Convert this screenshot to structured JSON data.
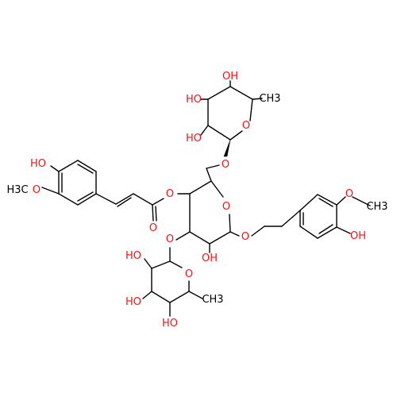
{
  "molecule": {
    "colors": {
      "oxygen": "#ff0d0d",
      "carbon": "#000000",
      "background": "#ffffff"
    },
    "labels": {
      "oh_top_rha_1": "OH",
      "ho_top_rha_2": "HO",
      "ho_top_rha_3": "HO",
      "methyl_top_rha": "CH3",
      "o_ring_top": "O",
      "o_link_6": "O",
      "ho_ferulic": "HO",
      "methoxy_ferulic_o": "O",
      "methoxy_ferulic_c": "H3C",
      "o_ester": "O",
      "o_carbonyl": "O",
      "o_ring_glc": "O",
      "o_glycosidic_aglycone": "O",
      "oh_glc_2": "OH",
      "o_link_3": "O",
      "o_ring_bottom": "O",
      "ho_bottom_rha_1": "HO",
      "ho_bottom_rha_2": "HO",
      "ho_bottom_rha_3": "HO",
      "methyl_bottom_rha": "CH3",
      "methoxy_right_o": "O",
      "methoxy_right_c": "CH3",
      "oh_right_phenol": "OH"
    }
  }
}
